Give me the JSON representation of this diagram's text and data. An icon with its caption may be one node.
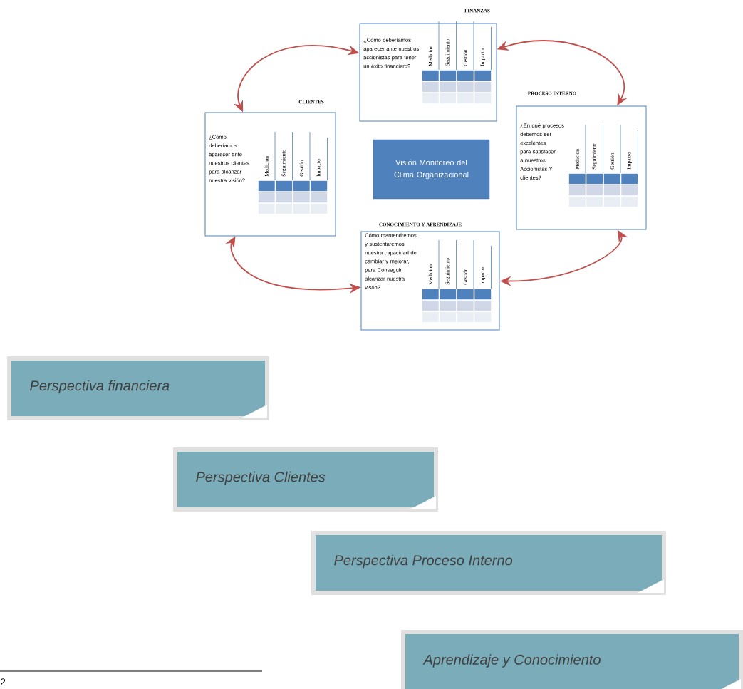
{
  "diagram": {
    "nodes": [
      {
        "text": [
          "FINANZAS",
          "¿Cómo deberíamos aparecer ante nuestros accionistas para tener un éxito financiero?",
          "Medicion",
          "Seguimiento",
          "Gestión",
          "Impacto"
        ]
      },
      {
        "text": [
          "CLIENTES",
          "¿Cómo deberíamos aparecer ante nuestros clientes para alcanzar nuestra visión?",
          "Medicion",
          "Seguimiento",
          "Gestión",
          "Impacto"
        ]
      },
      {
        "text": [
          "PROCESO INTERNO",
          "¿En qué procesos debemos ser excelentes para satisfacer a nuestros Accionistas Y clientes?",
          "Medicion",
          "Seguimiento",
          "Gestión",
          "Impacto"
        ]
      },
      {
        "text": [
          "CONOCIMIENTO Y APRENDIZAJE",
          "Cómo mantendremos y sustentaremos nuestra capacidad de cambiar y mejorar, para Conseguir alcanzar nuestra visón?",
          "Medicion",
          "Seguimiento",
          "Gestión",
          "Impacto"
        ]
      },
      {
        "text": [
          "Visión Monitoreo del Clima Organizacional"
        ]
      },
      {
        "text": [
          "Perspectiva financiera"
        ]
      },
      {
        "text": [
          "Perspectiva Clientes"
        ]
      },
      {
        "text": [
          "Perspectiva Proceso Interno"
        ]
      },
      {
        "text": [
          "Aprendizaje y Conocimiento"
        ]
      }
    ],
    "edges": [
      {
        "from": 1,
        "to": 0,
        "arrow": "both"
      },
      {
        "from": 0,
        "to": 2,
        "arrow": "both"
      },
      {
        "from": 2,
        "to": 3,
        "arrow": "both"
      },
      {
        "from": 3,
        "to": 1,
        "arrow": "both"
      }
    ],
    "labels": [
      "2"
    ]
  }
}
